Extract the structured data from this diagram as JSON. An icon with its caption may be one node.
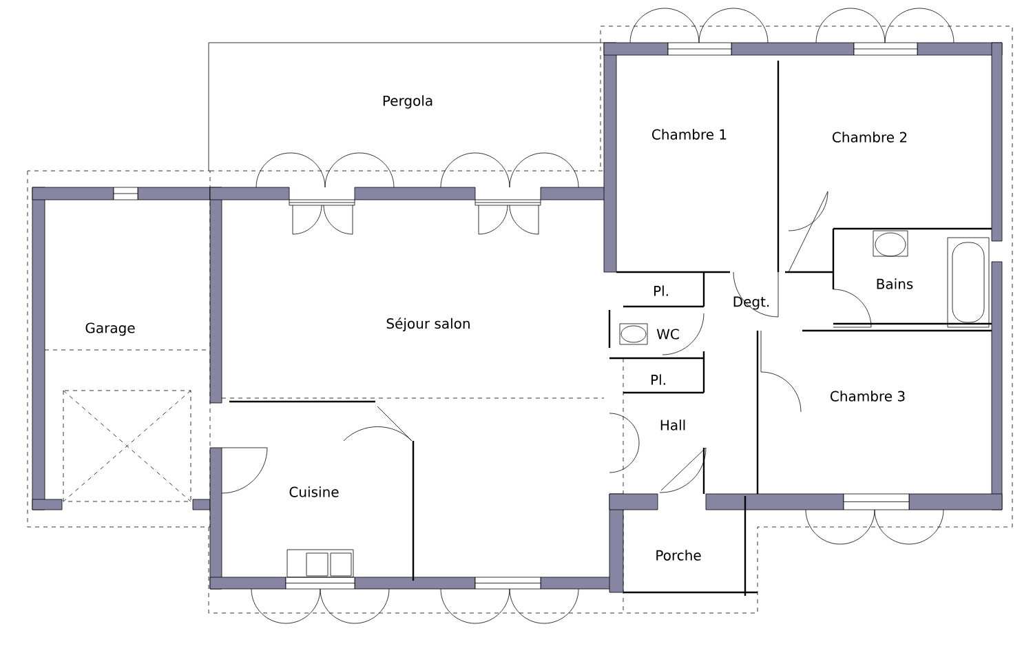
{
  "diagram": {
    "labels": [
      "Pergola",
      "Chambre 1",
      "Chambre 2",
      "Pl.",
      "Degt.",
      "Bains",
      "Garage",
      "Séjour salon",
      "WC",
      "Pl.",
      "Chambre 3",
      "Hall",
      "Cuisine",
      "Porche"
    ]
  }
}
